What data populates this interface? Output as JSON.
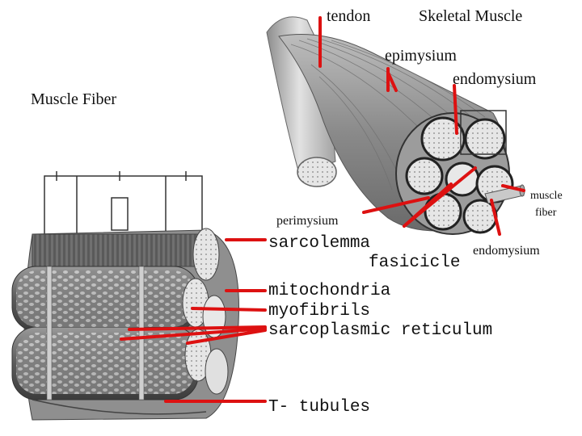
{
  "labels": {
    "tendon": "tendon",
    "skeletal_muscle": "Skeletal Muscle",
    "epimysium": "epimysium",
    "endomysium_top": "endomysium",
    "muscle_fiber_title": "Muscle Fiber",
    "muscle_fiber_small_1": "muscle",
    "muscle_fiber_small_2": "fiber",
    "perimysium": "perimysium",
    "sarcolemma": "sarcolemma",
    "fasicicle": "fasicicle",
    "endomysium_right": "endomysium",
    "mitochondria": "mitochondria",
    "myofibrils": "myofibrils",
    "sarcoplasmic_reticulum": "sarcoplasmic reticulum",
    "t_tubules": "T- tubules"
  },
  "colors": {
    "leader": "#dd1111",
    "tissue_light": "#cfcfcf",
    "tissue_mid": "#9a9a9a",
    "tissue_dark": "#4a4a4a"
  }
}
